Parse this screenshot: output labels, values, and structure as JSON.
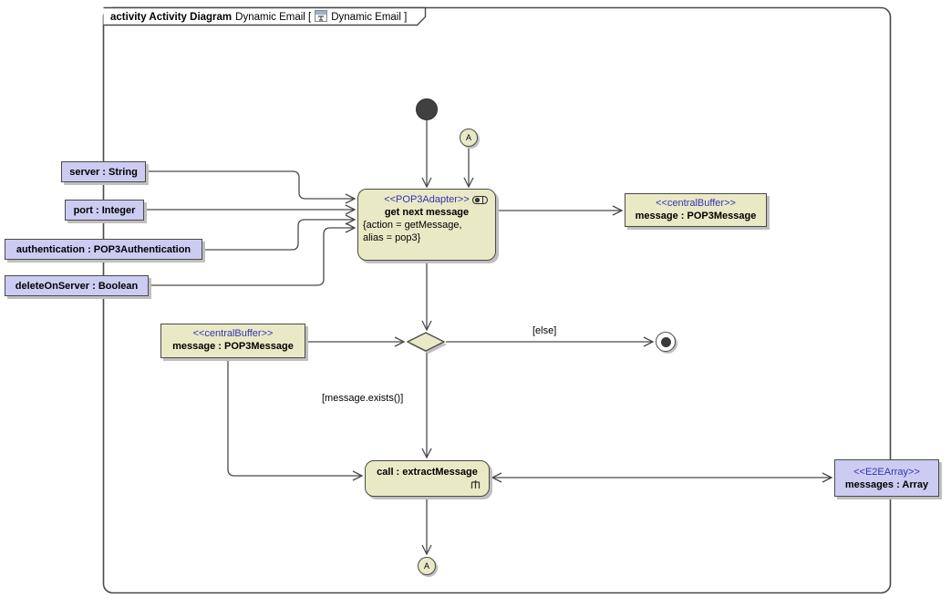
{
  "frame": {
    "header": {
      "keyword": "activity Activity Diagram",
      "title_part": "Dynamic Email [",
      "ref_part": "Dynamic Email ]"
    }
  },
  "params": [
    {
      "label": "server : String"
    },
    {
      "label": "port : Integer"
    },
    {
      "label": "authentication : POP3Authentication"
    },
    {
      "label": "deleteOnServer : Boolean"
    }
  ],
  "nodes": {
    "get_next_message": {
      "stereotype": "<<POP3Adapter>>",
      "name": "get next message",
      "constraint_line1": "{action = getMessage,",
      "constraint_line2": "alias = pop3}"
    },
    "buffer_right": {
      "stereotype": "<<centralBuffer>>",
      "name": "message : POP3Message"
    },
    "buffer_left": {
      "stereotype": "<<centralBuffer>>",
      "name": "message : POP3Message"
    },
    "call_extract": {
      "name": "call : extractMessage"
    },
    "e2e_array": {
      "stereotype": "<<E2EArray>>",
      "name": "messages : Array"
    },
    "connector_top": {
      "label": "A"
    },
    "connector_bottom": {
      "label": "A"
    }
  },
  "edge_labels": {
    "else_guard": "[else]",
    "exists_guard": "[message.exists()]"
  },
  "colors": {
    "action_fill": "#e9e9c6",
    "object_fill": "#ccccf2",
    "stereotype_text": "#3333b2",
    "line": "#4a4a4a",
    "shadow": "#bfbfbf"
  }
}
